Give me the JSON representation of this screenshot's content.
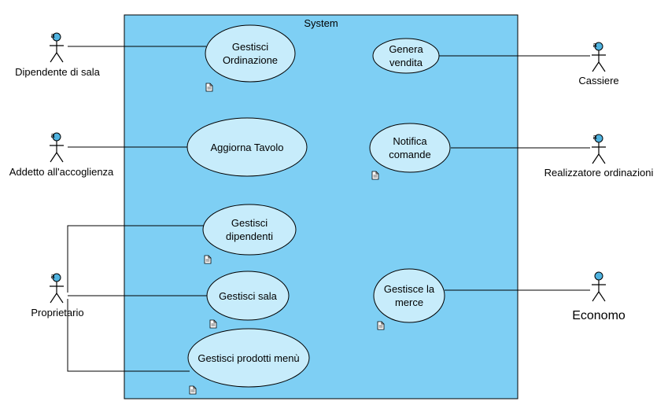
{
  "system": {
    "title": "System"
  },
  "use_cases": [
    {
      "id": "gestisci-ordinazione",
      "lines": [
        "Gestisci",
        "Ordinazione"
      ]
    },
    {
      "id": "genera-vendita",
      "lines": [
        "Genera",
        "vendita"
      ]
    },
    {
      "id": "aggiorna-tavolo",
      "lines": [
        "Aggiorna Tavolo"
      ]
    },
    {
      "id": "notifica-comande",
      "lines": [
        "Notifica",
        "comande"
      ]
    },
    {
      "id": "gestisci-dipendenti",
      "lines": [
        "Gestisci",
        "dipendenti"
      ]
    },
    {
      "id": "gestisci-sala",
      "lines": [
        "Gestisci sala"
      ]
    },
    {
      "id": "gestisce-la-merce",
      "lines": [
        "Gestisce la",
        "merce"
      ]
    },
    {
      "id": "gestisci-prodotti-menu",
      "lines": [
        "Gestisci prodotti menù"
      ]
    }
  ],
  "actors": [
    {
      "id": "dipendente-di-sala",
      "label": "Dipendente di sala"
    },
    {
      "id": "addetto-accoglienza",
      "label": "Addetto all'accoglienza"
    },
    {
      "id": "proprietario",
      "label": "Proprietario"
    },
    {
      "id": "cassiere",
      "label": "Cassiere"
    },
    {
      "id": "realizzatore-ordinazioni",
      "label": "Realizzatore ordinazioni"
    },
    {
      "id": "economo",
      "label": "Economo"
    }
  ],
  "colors": {
    "system_fill": "#7ecff4",
    "use_case_fill": "#c7ecfb",
    "actor_head": "#4fb3e0"
  }
}
